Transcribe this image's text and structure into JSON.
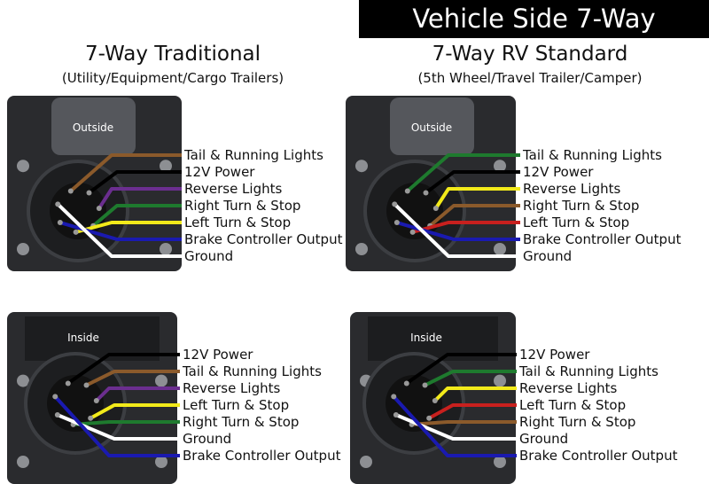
{
  "title": "Vehicle Side 7-Way",
  "columns": [
    {
      "heading": "7-Way Traditional",
      "subtitle": "(Utility/Equipment/Cargo Trailers)"
    },
    {
      "heading": "7-Way RV Standard",
      "subtitle": "(5th Wheel/Travel Trailer/Camper)"
    }
  ],
  "panels": [
    {
      "connector_label": "Outside",
      "wires": [
        {
          "label": "Tail & Running Lights",
          "color": "#8B5A2B"
        },
        {
          "label": "12V Power",
          "color": "#000000"
        },
        {
          "label": "Reverse Lights",
          "color": "#6B2E8F"
        },
        {
          "label": "Right Turn & Stop",
          "color": "#1E7A2E"
        },
        {
          "label": "Left Turn & Stop",
          "color": "#F2EA1A"
        },
        {
          "label": "Brake Controller Output",
          "color": "#1A1AB0"
        },
        {
          "label": "Ground",
          "color": "#FFFFFF"
        }
      ]
    },
    {
      "connector_label": "Outside",
      "wires": [
        {
          "label": "Tail & Running Lights",
          "color": "#1E7A2E"
        },
        {
          "label": "12V Power",
          "color": "#000000"
        },
        {
          "label": "Reverse Lights",
          "color": "#F2EA1A"
        },
        {
          "label": "Right Turn & Stop",
          "color": "#8B5A2B"
        },
        {
          "label": "Left Turn & Stop",
          "color": "#C8201E"
        },
        {
          "label": "Brake Controller Output",
          "color": "#1A1AB0"
        },
        {
          "label": "Ground",
          "color": "#FFFFFF"
        }
      ]
    },
    {
      "connector_label": "Inside",
      "wires": [
        {
          "label": "12V Power",
          "color": "#000000"
        },
        {
          "label": "Tail & Running Lights",
          "color": "#8B5A2B"
        },
        {
          "label": "Reverse Lights",
          "color": "#6B2E8F"
        },
        {
          "label": "Left Turn & Stop",
          "color": "#F2EA1A"
        },
        {
          "label": "Right Turn & Stop",
          "color": "#1E7A2E"
        },
        {
          "label": "Ground",
          "color": "#FFFFFF"
        },
        {
          "label": "Brake Controller Output",
          "color": "#1A1AB0"
        }
      ]
    },
    {
      "connector_label": "Inside",
      "wires": [
        {
          "label": "12V Power",
          "color": "#000000"
        },
        {
          "label": "Tail & Running Lights",
          "color": "#1E7A2E"
        },
        {
          "label": "Reverse Lights",
          "color": "#F2EA1A"
        },
        {
          "label": "Left Turn & Stop",
          "color": "#C8201E"
        },
        {
          "label": "Right Turn & Stop",
          "color": "#8B5A2B"
        },
        {
          "label": "Ground",
          "color": "#FFFFFF"
        },
        {
          "label": "Brake Controller Output",
          "color": "#1A1AB0"
        }
      ]
    }
  ]
}
